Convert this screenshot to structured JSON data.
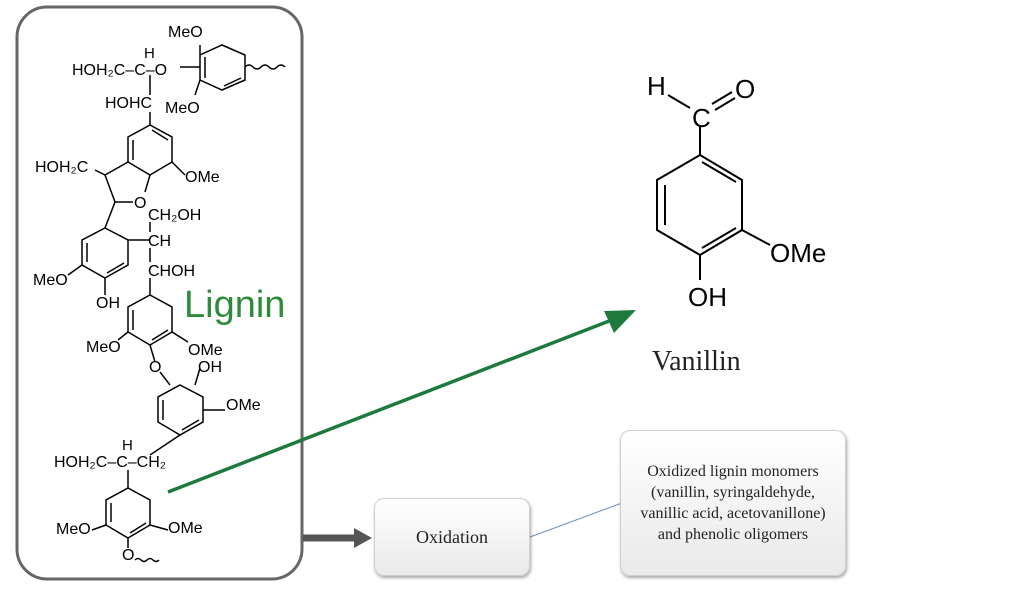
{
  "lignin": {
    "label": "Lignin",
    "label_color": "#2e8b3a",
    "atoms": {
      "meo_top": "MeO",
      "h_alpha": "H",
      "hoh2c_c_o": "HOH₂C–C–O",
      "hohc": "HOHC",
      "meo_2": "MeO",
      "hoh2c_left": "HOH₂C",
      "ome_1": "OMe",
      "o_ring": "O",
      "ch2oh": "CH₂OH",
      "ch": "CH",
      "chho": "CHOH",
      "meo_3": "MeO",
      "oh_1": "OH",
      "meo_4": "MeO",
      "ome_2": "OMe",
      "o_link": "O",
      "oh_2": "OH",
      "ome_3": "OMe",
      "h_beta": "H",
      "hoh2c_bottom": "HOH₂C–C–CH₂",
      "meo_5": "MeO",
      "ome_4": "OMe",
      "o_bottom": "O"
    }
  },
  "vanillin": {
    "name": "Vanillin",
    "atoms": {
      "h": "H",
      "c": "C",
      "o": "O",
      "ome": "OMe",
      "oh": "OH"
    }
  },
  "process": {
    "step_label": "Oxidation",
    "products_label": "Oxidized lignin monomers (vanillin, syringaldehyde, vanillic acid, acetovanillone) and phenolic oligomers"
  },
  "colors": {
    "arrow_green": "#1e7a3c",
    "arrow_gray": "#555555",
    "connector_blue": "#6a8fc0",
    "panel_border": "#666666"
  }
}
